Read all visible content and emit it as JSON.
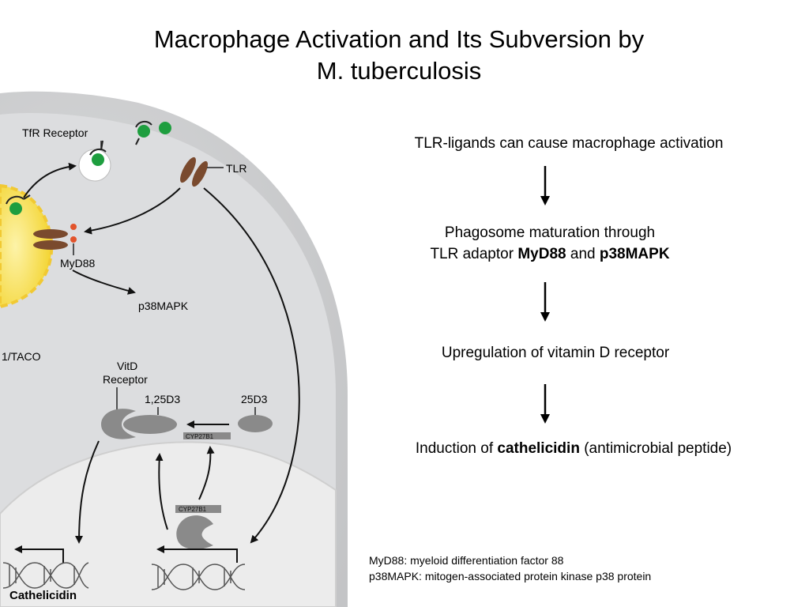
{
  "title": {
    "line1": "Macrophage Activation and Its Subversion by",
    "line2": "M. tuberculosis"
  },
  "diagram": {
    "tfr_receptor": "TfR Receptor",
    "tlr": "TLR",
    "myd88": "MyD88",
    "p38mapk": "p38MAPK",
    "taco": "1/TACO",
    "vitd_line1": "VitD",
    "vitd_line2": "Receptor",
    "d3_125": "1,25D3",
    "d3_25": "25D3",
    "cyp_upper": "CYP27B1",
    "cyp_lower": "CYP27B1",
    "cathelicidin": "Cathelicidin"
  },
  "steps": [
    {
      "pre": "TLR-ligands can cause macrophage activation"
    },
    {
      "line1": "Phagosome maturation through",
      "pre": "TLR adaptor ",
      "bold1": "MyD88",
      "mid": " and ",
      "bold2": "p38MAPK"
    },
    {
      "pre": "Upregulation of vitamin D receptor"
    },
    {
      "pre": "Induction of ",
      "bold1": "cathelicidin",
      "post": " (antimicrobial peptide)"
    }
  ],
  "footnotes": [
    "MyD88: myeloid differentiation factor 88",
    "p38MAPK: mitogen-associated protein kinase p38 protein"
  ],
  "colors": {
    "cell": "#c6c7c9",
    "cytoplasm": "#d9dadb",
    "nucleus": "#ebebeb",
    "phagosome": "#f7dd4a",
    "bacterium": "#1e9e3f",
    "tlr": "#7a4a2e",
    "myd88_dot": "#e2532b",
    "protein": "#8a8a8a"
  }
}
